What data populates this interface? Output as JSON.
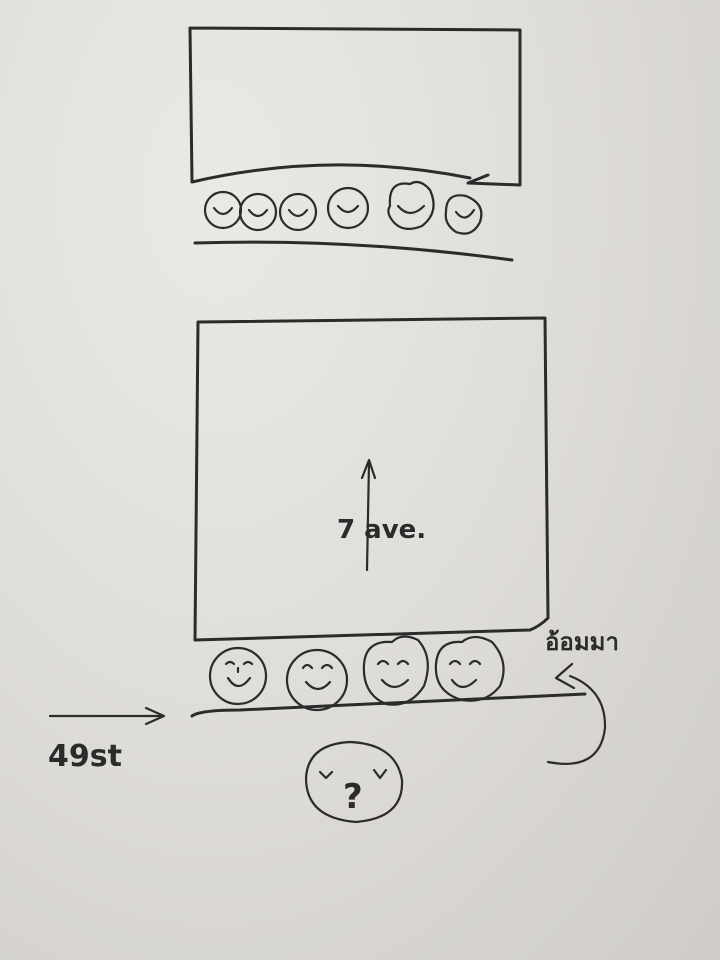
{
  "diagram": {
    "avenue_label": "7 ave.",
    "street_label": "49st",
    "turn_label": "อ้อมมา",
    "unknown_person_symbol": "?",
    "people_top_row": 6,
    "people_bottom_row": 4,
    "ink_color": "#2b2b2b",
    "paper_color": "#e3e1dd"
  }
}
